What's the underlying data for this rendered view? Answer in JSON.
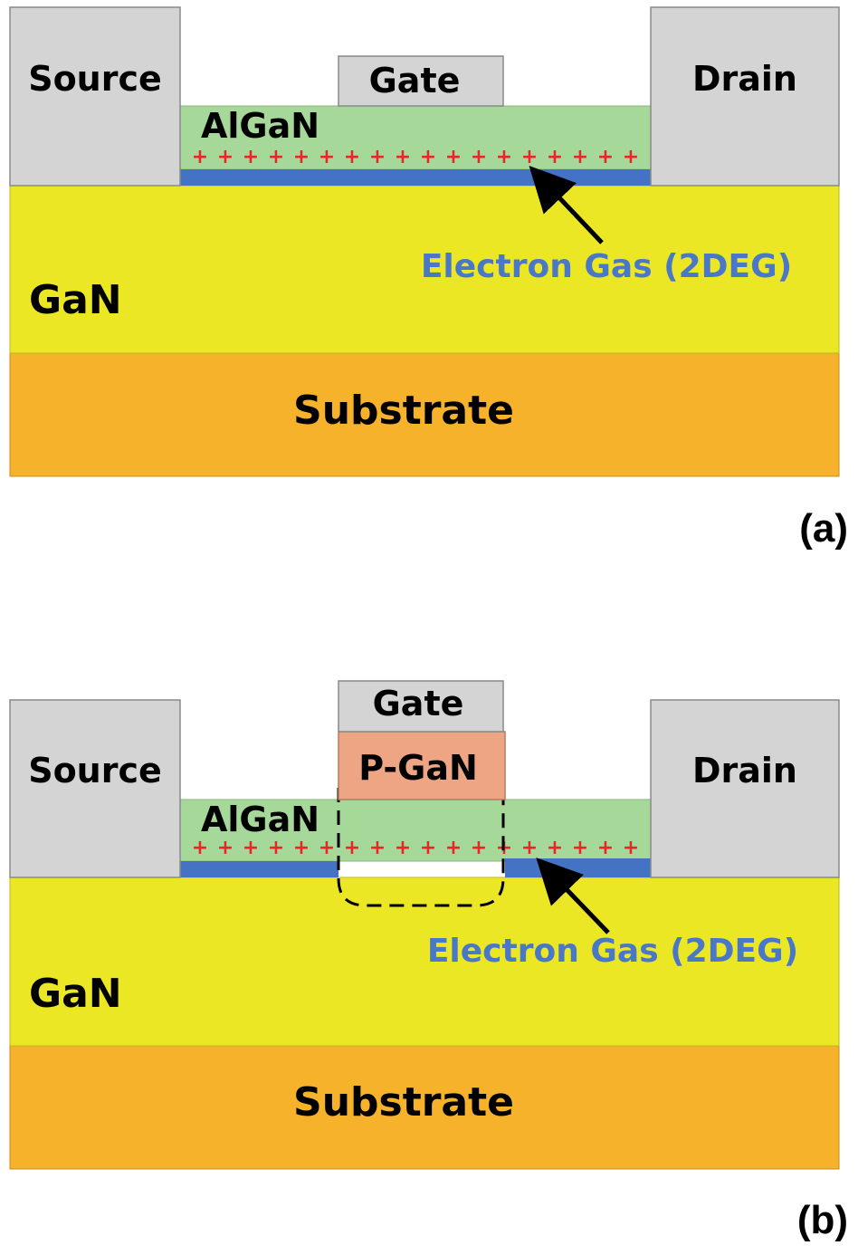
{
  "colors": {
    "metal": "#d4d4d4",
    "metal_stroke": "#8a8a8a",
    "algan": "#a6d89a",
    "gan": "#ece724",
    "substrate": "#f6b22a",
    "pgan": "#eea584",
    "two_deg": "#4472c4",
    "plus": "#e8262a",
    "label_blue": "#4a78c8"
  },
  "diagram_a": {
    "panel_label": "(a)",
    "source": "Source",
    "gate": "Gate",
    "drain": "Drain",
    "algan": "AlGaN",
    "gan": "GaN",
    "substrate": "Substrate",
    "two_deg_label": "Electron Gas (2DEG)",
    "charges": [
      "+",
      "+",
      "+",
      "+",
      "+",
      "+",
      "+",
      "+",
      "+",
      "+",
      "+",
      "+",
      "+",
      "+",
      "+",
      "+",
      "+",
      "+"
    ]
  },
  "diagram_b": {
    "panel_label": "(b)",
    "source": "Source",
    "gate": "Gate",
    "pgan": "P-GaN",
    "drain": "Drain",
    "algan": "AlGaN",
    "gan": "GaN",
    "substrate": "Substrate",
    "two_deg_label": "Electron Gas (2DEG)",
    "charges": [
      "+",
      "+",
      "+",
      "+",
      "+",
      "+",
      "+",
      "+",
      "+",
      "+",
      "+",
      "+",
      "+",
      "+",
      "+",
      "+",
      "+",
      "+"
    ]
  }
}
